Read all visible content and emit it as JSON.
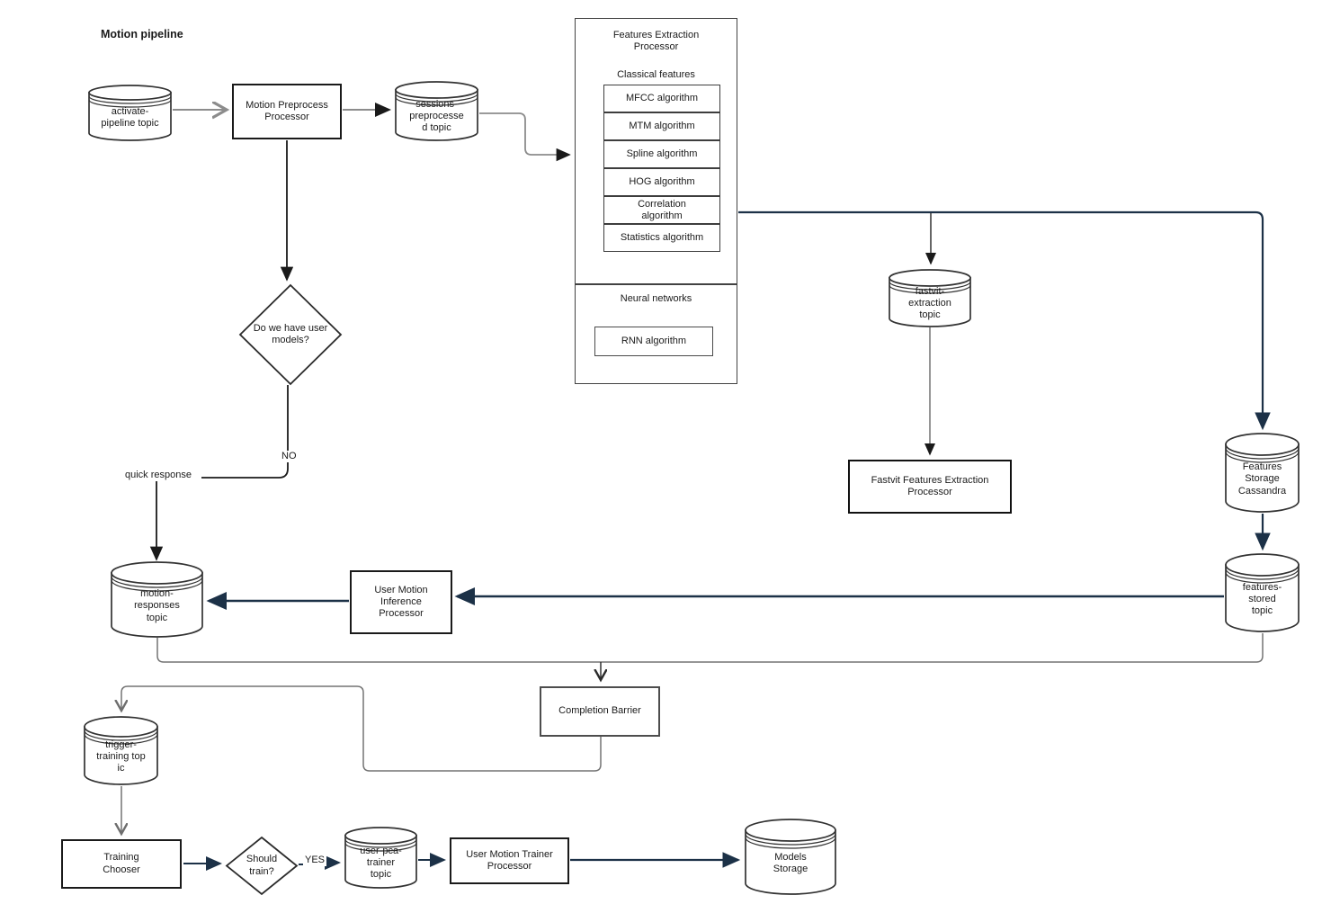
{
  "diagram": {
    "title": "Motion pipeline",
    "colors": {
      "accent_navy": "#1c3147",
      "line_gray": "#8c8c8c",
      "line_black": "#1a1a1a"
    },
    "topics": {
      "activate_pipeline": "activate-\npipeline topic",
      "sessions_preprocessed": "sessions-\npreprocesse\nd topic",
      "fastvit_extraction": "fastvit-\nextraction\ntopic",
      "features_storage_cassandra": "Features\nStorage\nCassandra",
      "features_stored": "features-\nstored\ntopic",
      "motion_responses": "motion-\nresponses\ntopic",
      "trigger_training": "trigger-\ntraining top\nic",
      "user_pca_trainer": "user-pca-\ntrainer\ntopic",
      "models_storage": "Models\nStorage"
    },
    "processors": {
      "motion_preprocess": "Motion Preprocess\nProcessor",
      "fastvit_features_extraction": "Fastvit Features Extraction\nProcessor",
      "user_motion_inference": "User Motion\nInference\nProcessor",
      "completion_barrier": "Completion Barrier",
      "training_chooser": "Training\nChooser",
      "user_motion_trainer": "User Motion Trainer\nProcessor"
    },
    "features_extraction": {
      "title": "Features Extraction\nProcessor",
      "classical_label": "Classical features",
      "classical_algorithms": [
        "MFCC algorithm",
        "MTM algorithm",
        "Spline algorithm",
        "HOG algorithm",
        "Correlation\nalgorithm",
        "Statistics algorithm"
      ],
      "neural_label": "Neural networks",
      "neural_algorithms": [
        "RNN algorithm"
      ]
    },
    "decisions": {
      "have_user_models": "Do we have user\nmodels?",
      "should_train": "Should\ntrain?"
    },
    "edge_labels": {
      "no": "NO",
      "quick_response": "quick response",
      "yes": "YES"
    }
  }
}
